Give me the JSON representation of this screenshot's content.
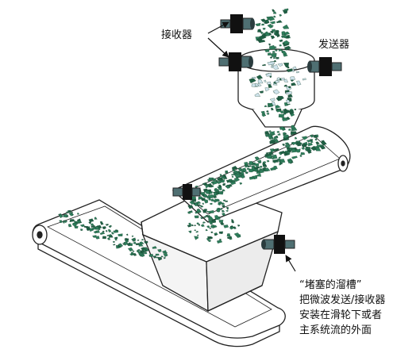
{
  "labels": {
    "receiver": "接收器",
    "transmitter": "发送器"
  },
  "note": {
    "lines": [
      "“堵塞的溜槽”",
      "把微波发送/接收器",
      "安装在滑轮下或者",
      "主系统流的外面"
    ]
  },
  "colors": {
    "material": "#2e7d5b",
    "material_dark": "#1f5e43",
    "ice": "#cfe3ec",
    "sensor_body": "#111111",
    "sensor_cap": "#4f6f72",
    "line": "#222222"
  },
  "icons": {
    "sensor": "microwave-sensor-icon",
    "arrow": "arrow-icon"
  }
}
